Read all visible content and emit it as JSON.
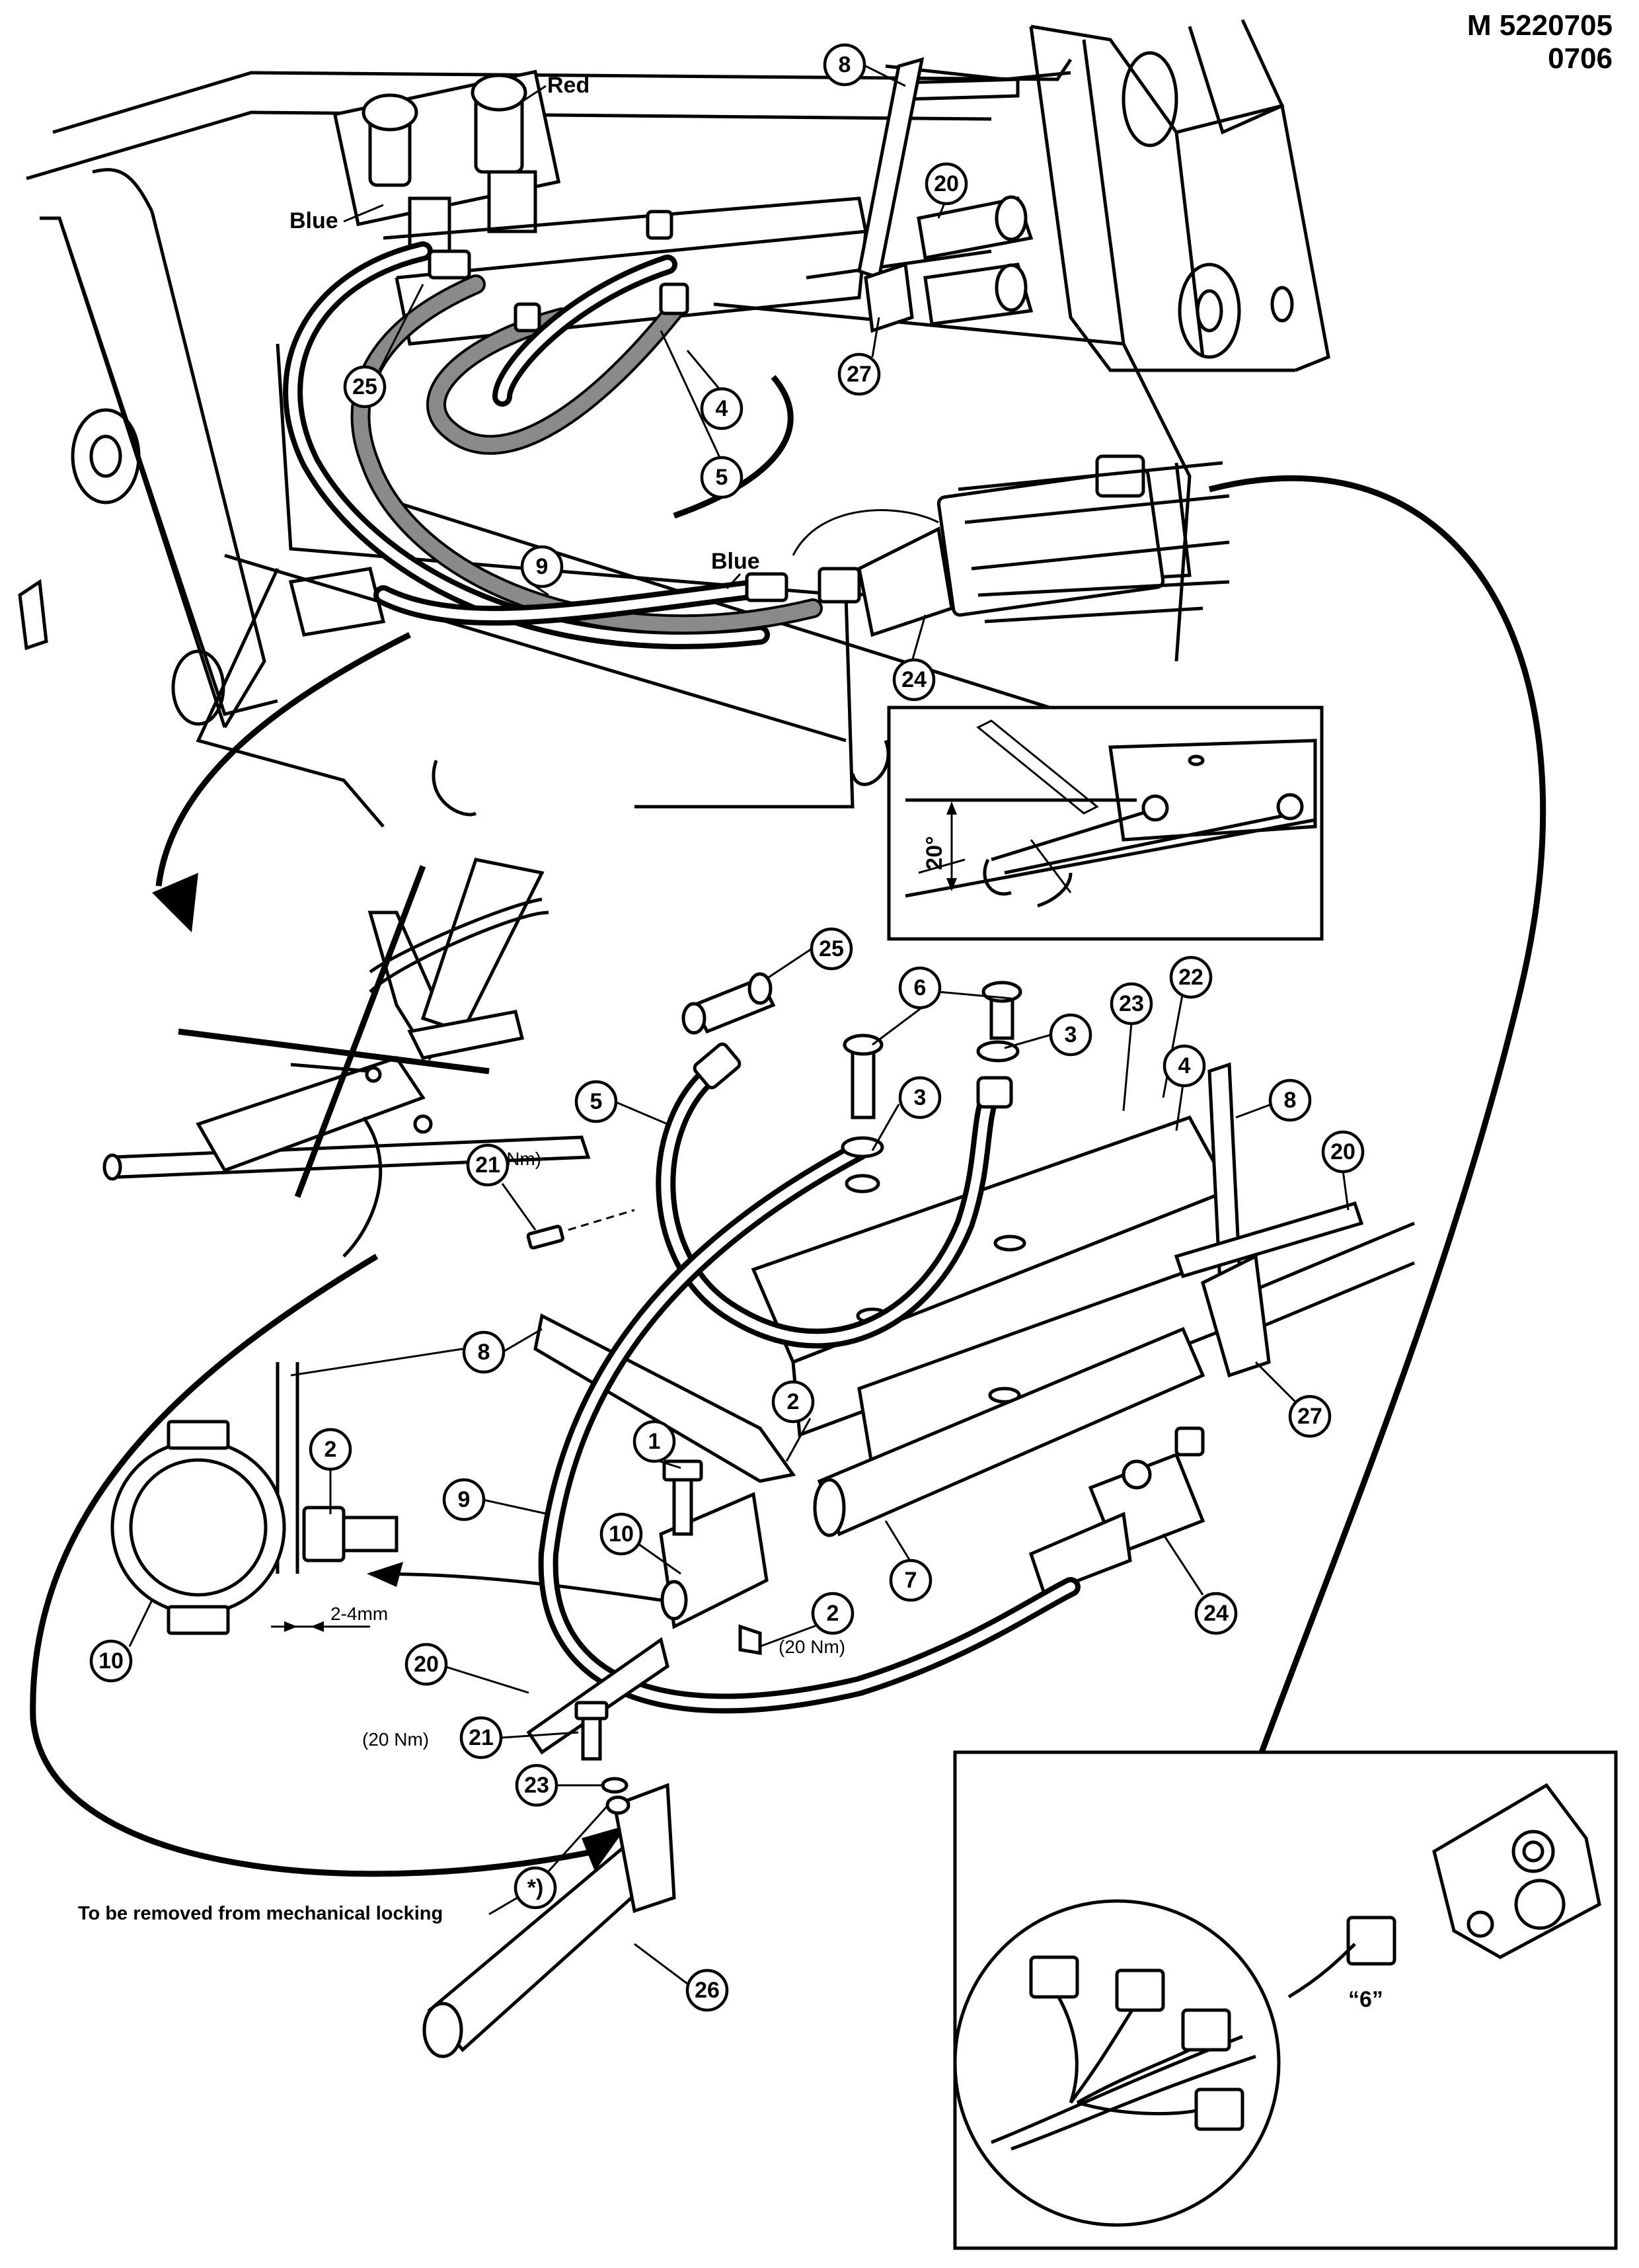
{
  "header": {
    "doc_number": "M 5220705",
    "doc_revision": "0706"
  },
  "labels": {
    "red": "Red",
    "blue_top": "Blue",
    "blue_middle": "Blue",
    "torque_21_upper": "(20 Nm)",
    "torque_2_lower": "(20 Nm)",
    "torque_21_lower": "(20 Nm)",
    "clearance": "2-4mm",
    "angle": "20°",
    "connector_label": "“6”",
    "removal_note": "To be removed from mechanical locking",
    "asterisk_callout": "*)"
  },
  "callouts": {
    "c8_top": "8",
    "c20_top": "20",
    "c27_top": "27",
    "c25_top": "25",
    "c4_top": "4",
    "c5_top": "5",
    "c9_top": "9",
    "c24_top": "24",
    "c25_mid": "25",
    "c6": "6",
    "c3_a": "3",
    "c3_b": "3",
    "c23_mid": "23",
    "c22": "22",
    "c4_mid": "4",
    "c8_mid": "8",
    "c20_mid": "20",
    "c5_mid": "5",
    "c21_mid": "21",
    "c27_mid": "27",
    "c8_left": "8",
    "c2_left": "2",
    "c2_mid": "2",
    "c1": "1",
    "c9_mid": "9",
    "c10_mid": "10",
    "c7": "7",
    "c2_low": "2",
    "c24_low": "24",
    "c10_left": "10",
    "c20_low": "20",
    "c21_low": "21",
    "c23_low": "23",
    "c26": "26"
  },
  "icons": [
    "pipe-clamp-icon",
    "connector-plug-icon",
    "cross-out-icon"
  ]
}
